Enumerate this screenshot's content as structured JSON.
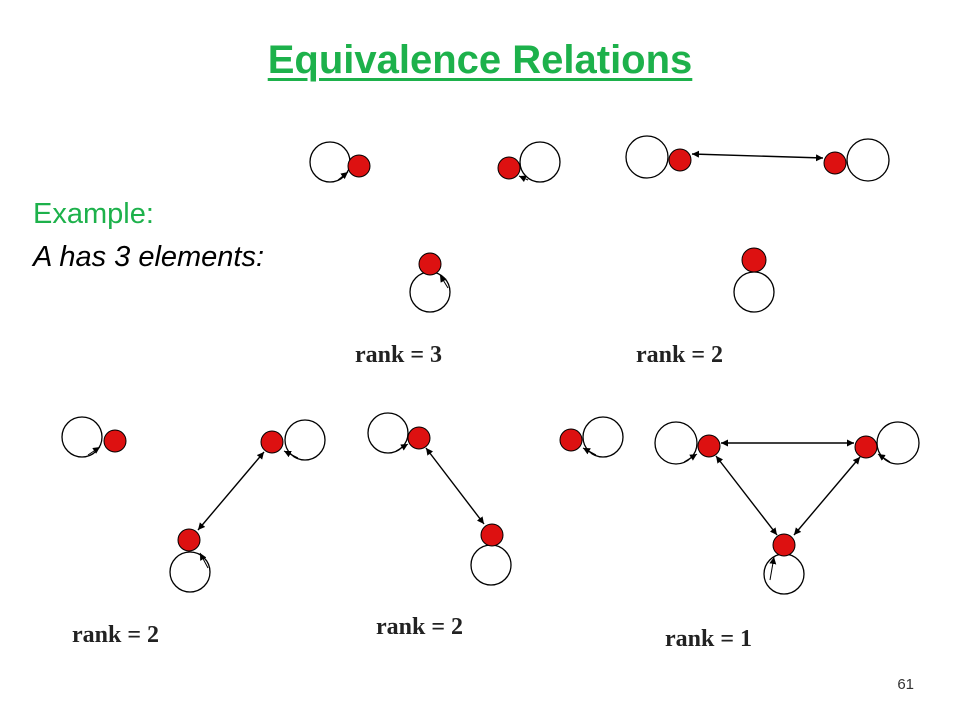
{
  "slide": {
    "title": "Equivalence Relations",
    "example_label": "Example:",
    "subtitle": "A has 3 elements:",
    "page_number": "61"
  },
  "graphs": [
    {
      "id": "graph-1",
      "rank_label": "rank = 3"
    },
    {
      "id": "graph-2",
      "rank_label": "rank = 2"
    },
    {
      "id": "graph-3",
      "rank_label": "rank = 2"
    },
    {
      "id": "graph-4",
      "rank_label": "rank = 2"
    },
    {
      "id": "graph-5",
      "rank_label": "rank = 1"
    }
  ],
  "colors": {
    "title": "#1db14b",
    "node_fill": "#dd1111",
    "edge": "#000000"
  }
}
